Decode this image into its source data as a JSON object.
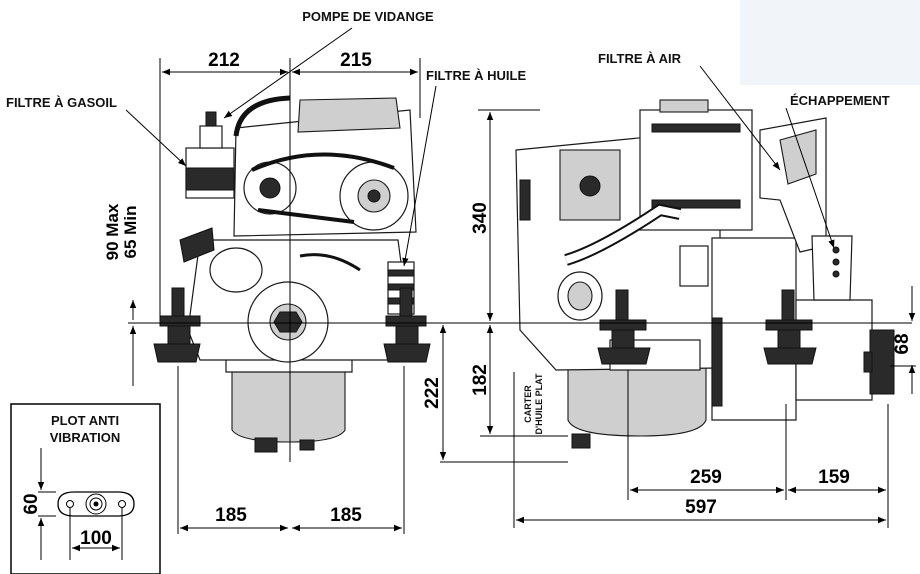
{
  "labels": {
    "pompe": "POMPE DE VIDANGE",
    "filtre_gasoil": "FILTRE À GASOIL",
    "filtre_huile": "FILTRE À HUILE",
    "filtre_air": "FILTRE À AIR",
    "echappement": "ÉCHAPPEMENT",
    "carter_line1": "CARTER",
    "carter_line2": "D'HUILE PLAT",
    "plot_line1": "PLOT ANTI",
    "plot_line2": "VIBRATION"
  },
  "dimensions": {
    "front_left_top": "212",
    "front_right_top": "215",
    "front_left_bottom": "185",
    "front_right_bottom": "185",
    "max_angle": "90 Max",
    "min_angle": "65 Min",
    "side_height_top": "340",
    "side_height_mid": "182",
    "side_height_total": "222",
    "side_length_mid": "259",
    "side_length_right": "159",
    "side_length_total": "597",
    "side_right_height": "68",
    "mount_height": "60",
    "mount_width": "100"
  },
  "colors": {
    "line": "#000000",
    "engine_dark": "#2a2a2a",
    "engine_mid": "#cfcfcf",
    "background": "#ffffff"
  }
}
